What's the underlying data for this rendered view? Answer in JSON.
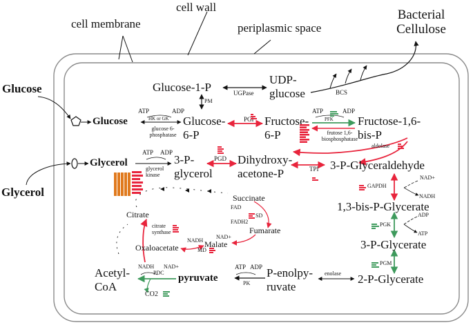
{
  "compartments": {
    "cell_wall": "cell wall",
    "cell_membrane": "cell membrane",
    "periplasmic_space": "periplasmic space",
    "bacterial_cellulose": "Bacterial Cellulose"
  },
  "substrates": {
    "glucose_outside": "Glucose",
    "glycerol_outside": "Glycerol"
  },
  "metabolites": {
    "glucose": "Glucose",
    "glucose_1p": "Glucose-1-P",
    "udp_glucose": "UDP-glucose",
    "glucose_6p": "Glucose-6-P",
    "fructose_6p": "Fructose-6-P",
    "fructose_16bp": "Fructose-1,6-bis-P",
    "glycerol": "Glycerol",
    "glycerol_3p": "3-P-glycerol",
    "dhap": "Dihydroxy-acetone-P",
    "g3p": "3-P-Glyceraldehyde",
    "bpg13": "1,3-bis-P-Glycerate",
    "pg3": "3-P-Glycerate",
    "pg2": "2-P-Glycerate",
    "pep": "P-enolpy-ruvate",
    "pyruvate": "pyruvate",
    "acetyl_coa": "Acetyl-CoA",
    "co2": "CO2",
    "citrate": "Citrate",
    "succinate": "Succinate",
    "fumarate": "Fumarate",
    "malate": "Malate",
    "oxaloacetate": "Oxaloacetate"
  },
  "enzymes": {
    "ugpase": "UGPase",
    "pm": "PM",
    "bcs": "BCS",
    "hk_gk": "HK or GK",
    "g6pase": "glucose 6-phosphatase",
    "pgi": "PGI",
    "pfk": "PFK",
    "fbpase": "frutose 1,6-biosphosphatase",
    "aldolase": "aldolase",
    "glycerol_kinase": "glycerol kinase",
    "pgd": "PGD",
    "tpi": "TPI",
    "gapdh": "GAPDH",
    "pgk": "PGK",
    "pgm": "PGM",
    "enolase": "enolase",
    "pk": "PK",
    "pdc": "PDC",
    "citrate_synthase": "citrate synthase",
    "sd": "SD",
    "md": "MD"
  },
  "cofactors": {
    "atp": "ATP",
    "adp": "ADP",
    "nad": "NAD+",
    "nadh": "NADH",
    "fad": "FAD",
    "fadh2": "FADH2"
  },
  "colors": {
    "up_regulated": "#e8243c",
    "down_regulated": "#3e9a5c",
    "glycerol_highlight": "#e07a1e",
    "outline": "#7a7a7a",
    "text": "#111111"
  }
}
